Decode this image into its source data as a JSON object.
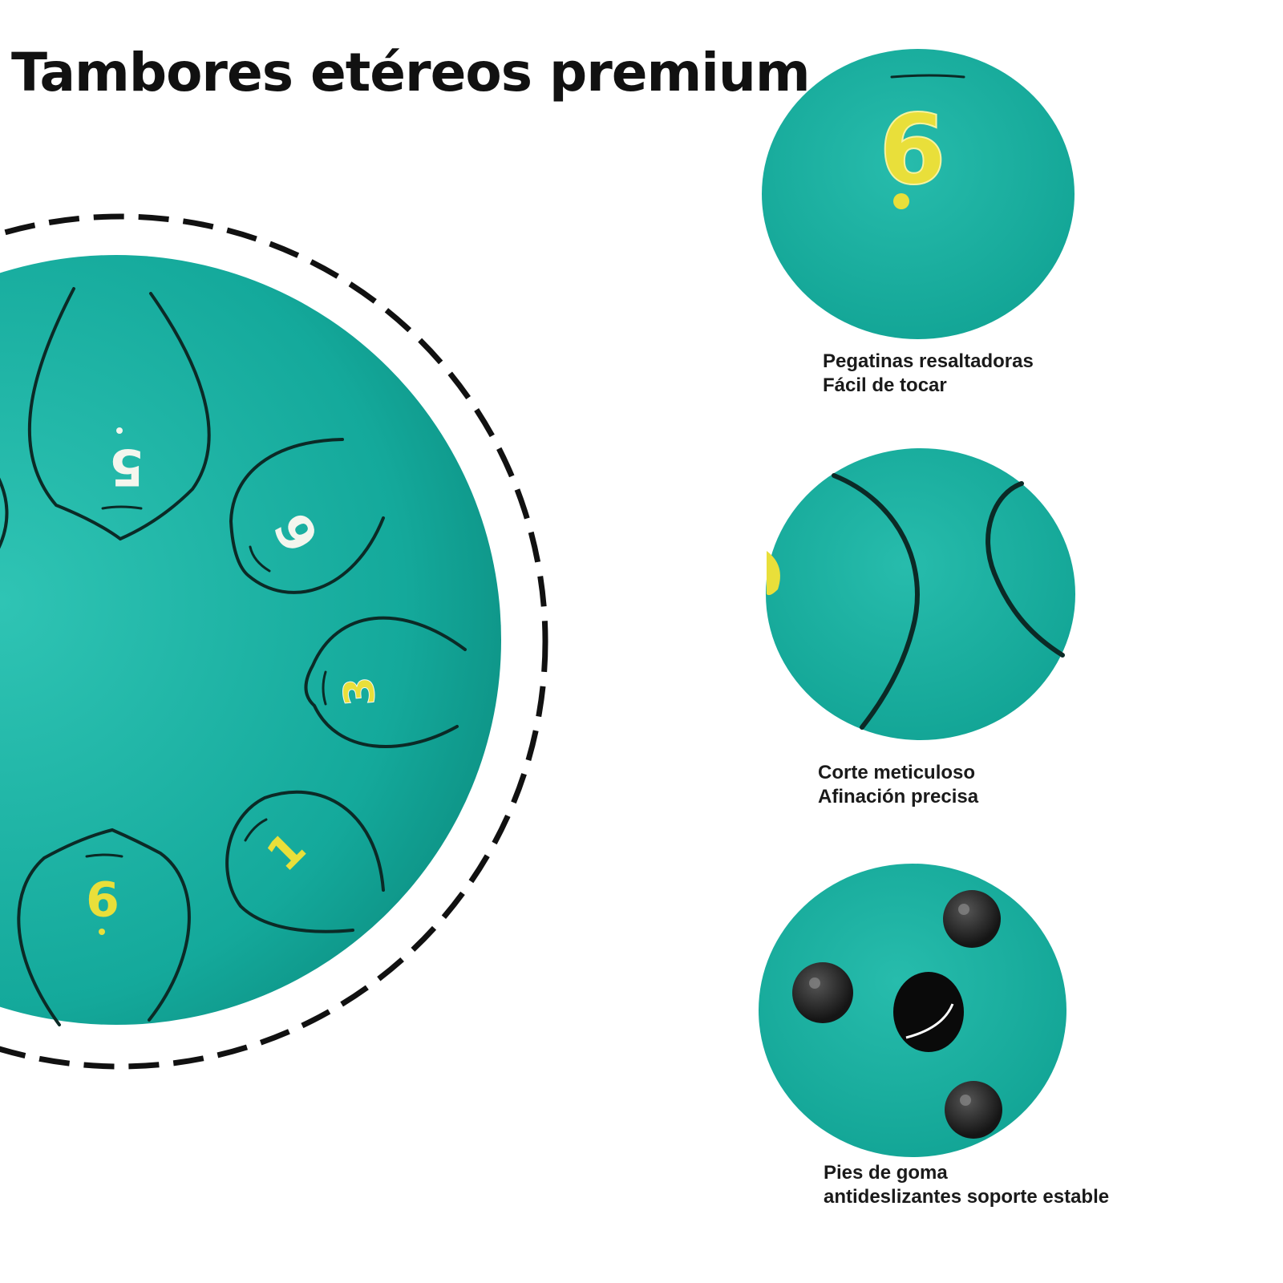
{
  "title": "Tambores etéreos premium",
  "colors": {
    "drum_teal": "#14a99b",
    "drum_teal_light": "#2fc4b4",
    "drum_teal_dark": "#0b8a7d",
    "sticker_white": "#f4f6ee",
    "sticker_gold": "#e9df3a",
    "outline": "#0b2a26"
  },
  "main_drum": {
    "notes": [
      "5",
      "6",
      "3",
      "1",
      "6"
    ]
  },
  "features": [
    {
      "note": "6",
      "line1": "Pegatinas resaltadoras",
      "line2": "Fácil de tocar"
    },
    {
      "line1": "Corte meticuloso",
      "line2": "Afinación precisa"
    },
    {
      "line1": "Pies de goma",
      "line2": "antideslizantes soporte estable"
    }
  ]
}
